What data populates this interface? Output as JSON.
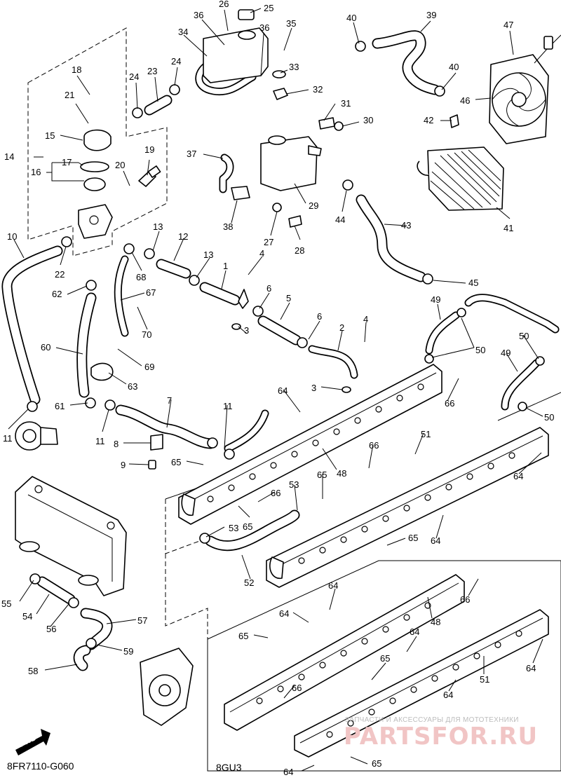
{
  "diagram": {
    "drawing_code": "8FR7110-G060",
    "variant_code": "8GU3",
    "forward_label": "FWD",
    "watermark": {
      "caption": "ЗАПЧАСТИ И АКСЕССУАРЫ ДЛЯ МОТОТЕХНИКИ",
      "brand": "PARTSFOR.RU"
    },
    "callouts": [
      {
        "id": "c25",
        "label": "25"
      },
      {
        "id": "c26",
        "label": "26"
      },
      {
        "id": "c36a",
        "label": "36"
      },
      {
        "id": "c34",
        "label": "34"
      },
      {
        "id": "c36b",
        "label": "36"
      },
      {
        "id": "c35",
        "label": "35"
      },
      {
        "id": "c40a",
        "label": "40"
      },
      {
        "id": "c39",
        "label": "39"
      },
      {
        "id": "c47",
        "label": "47"
      },
      {
        "id": "c18",
        "label": "18"
      },
      {
        "id": "c24a",
        "label": "24"
      },
      {
        "id": "c23",
        "label": "23"
      },
      {
        "id": "c24b",
        "label": "24"
      },
      {
        "id": "c33",
        "label": "33"
      },
      {
        "id": "c40b",
        "label": "40"
      },
      {
        "id": "c46",
        "label": "46"
      },
      {
        "id": "c32",
        "label": "32"
      },
      {
        "id": "c21",
        "label": "21"
      },
      {
        "id": "c31",
        "label": "31"
      },
      {
        "id": "c42",
        "label": "42"
      },
      {
        "id": "c30",
        "label": "30"
      },
      {
        "id": "c15",
        "label": "15"
      },
      {
        "id": "c19",
        "label": "19"
      },
      {
        "id": "c14",
        "label": "14"
      },
      {
        "id": "c37",
        "label": "37"
      },
      {
        "id": "c17",
        "label": "17"
      },
      {
        "id": "c20",
        "label": "20"
      },
      {
        "id": "c16",
        "label": "16"
      },
      {
        "id": "c29",
        "label": "29"
      },
      {
        "id": "c44",
        "label": "44"
      },
      {
        "id": "c38",
        "label": "38"
      },
      {
        "id": "c43",
        "label": "43"
      },
      {
        "id": "c41",
        "label": "41"
      },
      {
        "id": "c13a",
        "label": "13"
      },
      {
        "id": "c12",
        "label": "12"
      },
      {
        "id": "c27",
        "label": "27"
      },
      {
        "id": "c28",
        "label": "28"
      },
      {
        "id": "c10",
        "label": "10"
      },
      {
        "id": "c13b",
        "label": "13"
      },
      {
        "id": "c4a",
        "label": "4"
      },
      {
        "id": "c22",
        "label": "22"
      },
      {
        "id": "c68",
        "label": "68"
      },
      {
        "id": "c1",
        "label": "1"
      },
      {
        "id": "c45",
        "label": "45"
      },
      {
        "id": "c62",
        "label": "62"
      },
      {
        "id": "c67",
        "label": "67"
      },
      {
        "id": "c6a",
        "label": "6"
      },
      {
        "id": "c5",
        "label": "5"
      },
      {
        "id": "c49a",
        "label": "49"
      },
      {
        "id": "c6b",
        "label": "6"
      },
      {
        "id": "c70",
        "label": "70"
      },
      {
        "id": "c2",
        "label": "2"
      },
      {
        "id": "c4b",
        "label": "4"
      },
      {
        "id": "c3a",
        "label": "3"
      },
      {
        "id": "c60",
        "label": "60"
      },
      {
        "id": "c50a",
        "label": "50"
      },
      {
        "id": "c50b",
        "label": "50"
      },
      {
        "id": "c69",
        "label": "69"
      },
      {
        "id": "c49b",
        "label": "49"
      },
      {
        "id": "c63",
        "label": "63"
      },
      {
        "id": "c3b",
        "label": "3"
      },
      {
        "id": "c64a",
        "label": "64"
      },
      {
        "id": "c66a",
        "label": "66"
      },
      {
        "id": "c7",
        "label": "7"
      },
      {
        "id": "c61",
        "label": "61"
      },
      {
        "id": "c11a",
        "label": "11"
      },
      {
        "id": "c50c",
        "label": "50"
      },
      {
        "id": "c11b",
        "label": "11"
      },
      {
        "id": "c51a",
        "label": "51"
      },
      {
        "id": "c11c",
        "label": "11"
      },
      {
        "id": "c8",
        "label": "8"
      },
      {
        "id": "c66b",
        "label": "66"
      },
      {
        "id": "c9",
        "label": "9"
      },
      {
        "id": "c65a",
        "label": "65"
      },
      {
        "id": "c48a",
        "label": "48"
      },
      {
        "id": "c64b",
        "label": "64"
      },
      {
        "id": "c53a",
        "label": "53"
      },
      {
        "id": "c65b",
        "label": "65"
      },
      {
        "id": "c66c",
        "label": "66"
      },
      {
        "id": "c53b",
        "label": "53"
      },
      {
        "id": "c65c",
        "label": "65"
      },
      {
        "id": "c65d",
        "label": "65"
      },
      {
        "id": "c64c",
        "label": "64"
      },
      {
        "id": "c52",
        "label": "52"
      },
      {
        "id": "c64d",
        "label": "64"
      },
      {
        "id": "c66d",
        "label": "66"
      },
      {
        "id": "c55",
        "label": "55"
      },
      {
        "id": "c48b",
        "label": "48"
      },
      {
        "id": "c64e",
        "label": "64"
      },
      {
        "id": "c54",
        "label": "54"
      },
      {
        "id": "c56",
        "label": "56"
      },
      {
        "id": "c57",
        "label": "57"
      },
      {
        "id": "c65e",
        "label": "65"
      },
      {
        "id": "c64f",
        "label": "64"
      },
      {
        "id": "c59",
        "label": "59"
      },
      {
        "id": "c65f",
        "label": "65"
      },
      {
        "id": "c58",
        "label": "58"
      },
      {
        "id": "c64g",
        "label": "64"
      },
      {
        "id": "c51b",
        "label": "51"
      },
      {
        "id": "c66e",
        "label": "66"
      },
      {
        "id": "c64h",
        "label": "64"
      },
      {
        "id": "c64i",
        "label": "64"
      },
      {
        "id": "c65g",
        "label": "65"
      }
    ]
  }
}
